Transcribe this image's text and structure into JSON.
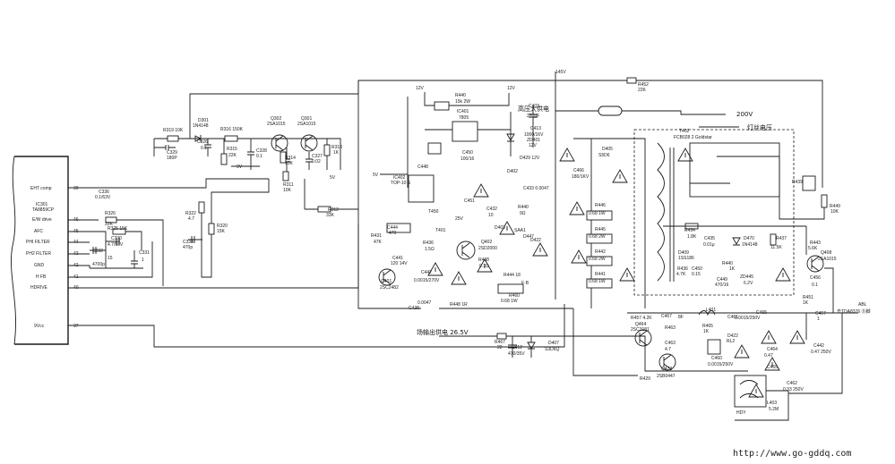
{
  "ic": {
    "name": "IC301",
    "type": "TA8859CP",
    "pins": [
      {
        "label": "EHT comp",
        "num": "39"
      },
      {
        "label": "E/W drive",
        "num": "46"
      },
      {
        "label": "AFC",
        "num": "45"
      },
      {
        "label": "PHI FILTER",
        "num": "44"
      },
      {
        "label": "PH2 FILTER",
        "num": "43"
      },
      {
        "label": "GND",
        "num": "42"
      },
      {
        "label": "H FB",
        "num": "41"
      },
      {
        "label": "HDRIVE",
        "num": "40"
      },
      {
        "label": "9Vcc",
        "num": "37"
      }
    ]
  },
  "labels": {
    "r319": "R319 10K",
    "c329": "C329",
    "c329v": "180P",
    "d301": "D301",
    "d301t": "1N4148",
    "c326": "C326",
    "c326v": "0.1",
    "r316": "R316 150K",
    "r315": "R315",
    "r315v": "22K",
    "c328": "C328",
    "c328v": "0.1",
    "q302": "Q302",
    "q302t": "2SA1015",
    "q301": "Q301",
    "q301t": "2SA1015",
    "r314": "R314",
    "r314v": "10K",
    "c327": "C327",
    "c327v": "0.02",
    "r313": "R313",
    "r313v": "1K",
    "v5": "5V",
    "r311": "R311",
    "r311v": "10K",
    "r312": "R312",
    "r312v": "33K",
    "c336": "C336",
    "c336v": "0.1/63V",
    "r326": "R326",
    "r326v": "22K",
    "r325": "R325 15K",
    "c330": "C330",
    "c330v": "4.7/50V",
    "c332": "C332",
    "c332v": "4700p",
    "r15": "15",
    "c331": "C331",
    "c331v": "1",
    "r322": "R322",
    "r322v": "4.7",
    "r320": "R320",
    "r320v": "15K",
    "c334": "C334",
    "c334v": "470p",
    "v9": "9V",
    "v12a": "12V",
    "r440": "R440",
    "r440v": "15k 2W",
    "v12b": "12V",
    "ic401": "IC401",
    "ic401t": "7805",
    "c403": "C403",
    "c403v": "220μF",
    "c413": "C413",
    "c413v": "1000/16V",
    "zd401": "ZD401",
    "zd401v": "12V",
    "c448": "C448",
    "v5b": "5V",
    "c450": "C450",
    "c450v": "100/16",
    "d429": "D429 12V",
    "d402": "D402",
    "ic402": "IC402",
    "ic402t": "TOP-10 S",
    "c433": "C433 0.0047",
    "c451": "C451",
    "c451v": "25V",
    "tr450": "T450",
    "c432": "C432",
    "c432v": "10",
    "r440b": "R440",
    "r440bv": "9Ω",
    "t401": "T401",
    "r436": "R436",
    "r436v": "1.5Ω",
    "c444": "C444",
    "c444v": "470",
    "r431": "R431",
    "r431v": "47K",
    "c441": "C441",
    "c441v": "120 14V",
    "c442": "C442",
    "c442v": "0.0015/270V",
    "q401": "Q401",
    "q401t": "2SC2482",
    "q402": "Q402",
    "q402t": "2SD2000",
    "d403": "D403",
    "d403t": "SAA1",
    "d447": "D447",
    "r438": "R438",
    "r438v": "0.1Ω",
    "r444": "R444 18",
    "r460": "R460",
    "r460v": "0.68 1W",
    "d422": "D422",
    "c428": "C428",
    "c428v": "0.0047",
    "fb": "F·B",
    "r446": "R446",
    "r446v": "0.68 1W",
    "r445": "R445",
    "r445v": "0.68 2W",
    "r442": "R442",
    "r442v": "0.68 2W",
    "r441": "R441",
    "r441v": "0.68 1W",
    "v145": "145V",
    "r452": "R452",
    "r452v": "22K",
    "hvsup": "高压大供电",
    "v200": "200V",
    "fsup": "灯丝电压",
    "d405": "D405",
    "d405t": "S5D6",
    "c466": "C466",
    "c466v": "180/1KV",
    "t402": "T402",
    "t402t": "FCB028 2 Goldstar",
    "r439": "R439",
    "r449": "R449",
    "r449v": "10K",
    "r434": "R434",
    "r434v": "1.8K",
    "c435": "C435",
    "c435v": "0.01μ",
    "d470": "D470",
    "d470t": "1N4148",
    "r437": "R437",
    "r437v": "11.5K",
    "r443": "R443",
    "r443v": "5.6K",
    "q408": "Q408",
    "q408t": "2SA1015",
    "d409": "D409",
    "d409t": "1SS186",
    "r436b": "R436",
    "r436bv": "4.7K",
    "c450b": "C450",
    "c450bv": "0.15",
    "c449": "C449",
    "c449v": "470/16",
    "r440c": "R440",
    "r440cv": "1K",
    "zd445": "ZD445",
    "zd445v": "6.2V",
    "c456": "C456",
    "c456v": "0.1",
    "r451": "R451",
    "r451v": "1K",
    "c457": "C457",
    "c457v": "1",
    "abl": "ABL",
    "tda": "去TDA8376 ㉛脚",
    "r448": "R448 1R",
    "fieldsup": "场输出供电 26.5V",
    "r467": "R467",
    "r467v": "22",
    "c412": "C412",
    "c412v": "470/35V",
    "d407": "D407",
    "d407t": "S3D6Q",
    "r457": "R457 4.2K",
    "q464": "Q464",
    "q464t": "2SC3181",
    "c467": "C467",
    "r8f": "8F",
    "r463": "R463",
    "c463": "C463",
    "c463v": "4.7",
    "q473": "Q473",
    "q473t": "2SB0447",
    "l401": "L401",
    "c461": "C461",
    "c465": "C465",
    "c465v": "0.0015/250V",
    "r465": "R465",
    "r465v": "1K",
    "d422b": "D422",
    "d422bt": "RL2",
    "c460": "C460",
    "c460v": "0.0015/250V",
    "c464": "C464",
    "c464v": "0.47",
    "c465b": "C465",
    "c442b": "C442",
    "c442bv": "0.47 250V",
    "c462": "C462",
    "c462v": "0.33 250V",
    "l403": "L403",
    "l403v": "5.2M",
    "hdy": "HDY",
    "r429": "R429",
    "url": "http://www.go-gddq.com"
  }
}
